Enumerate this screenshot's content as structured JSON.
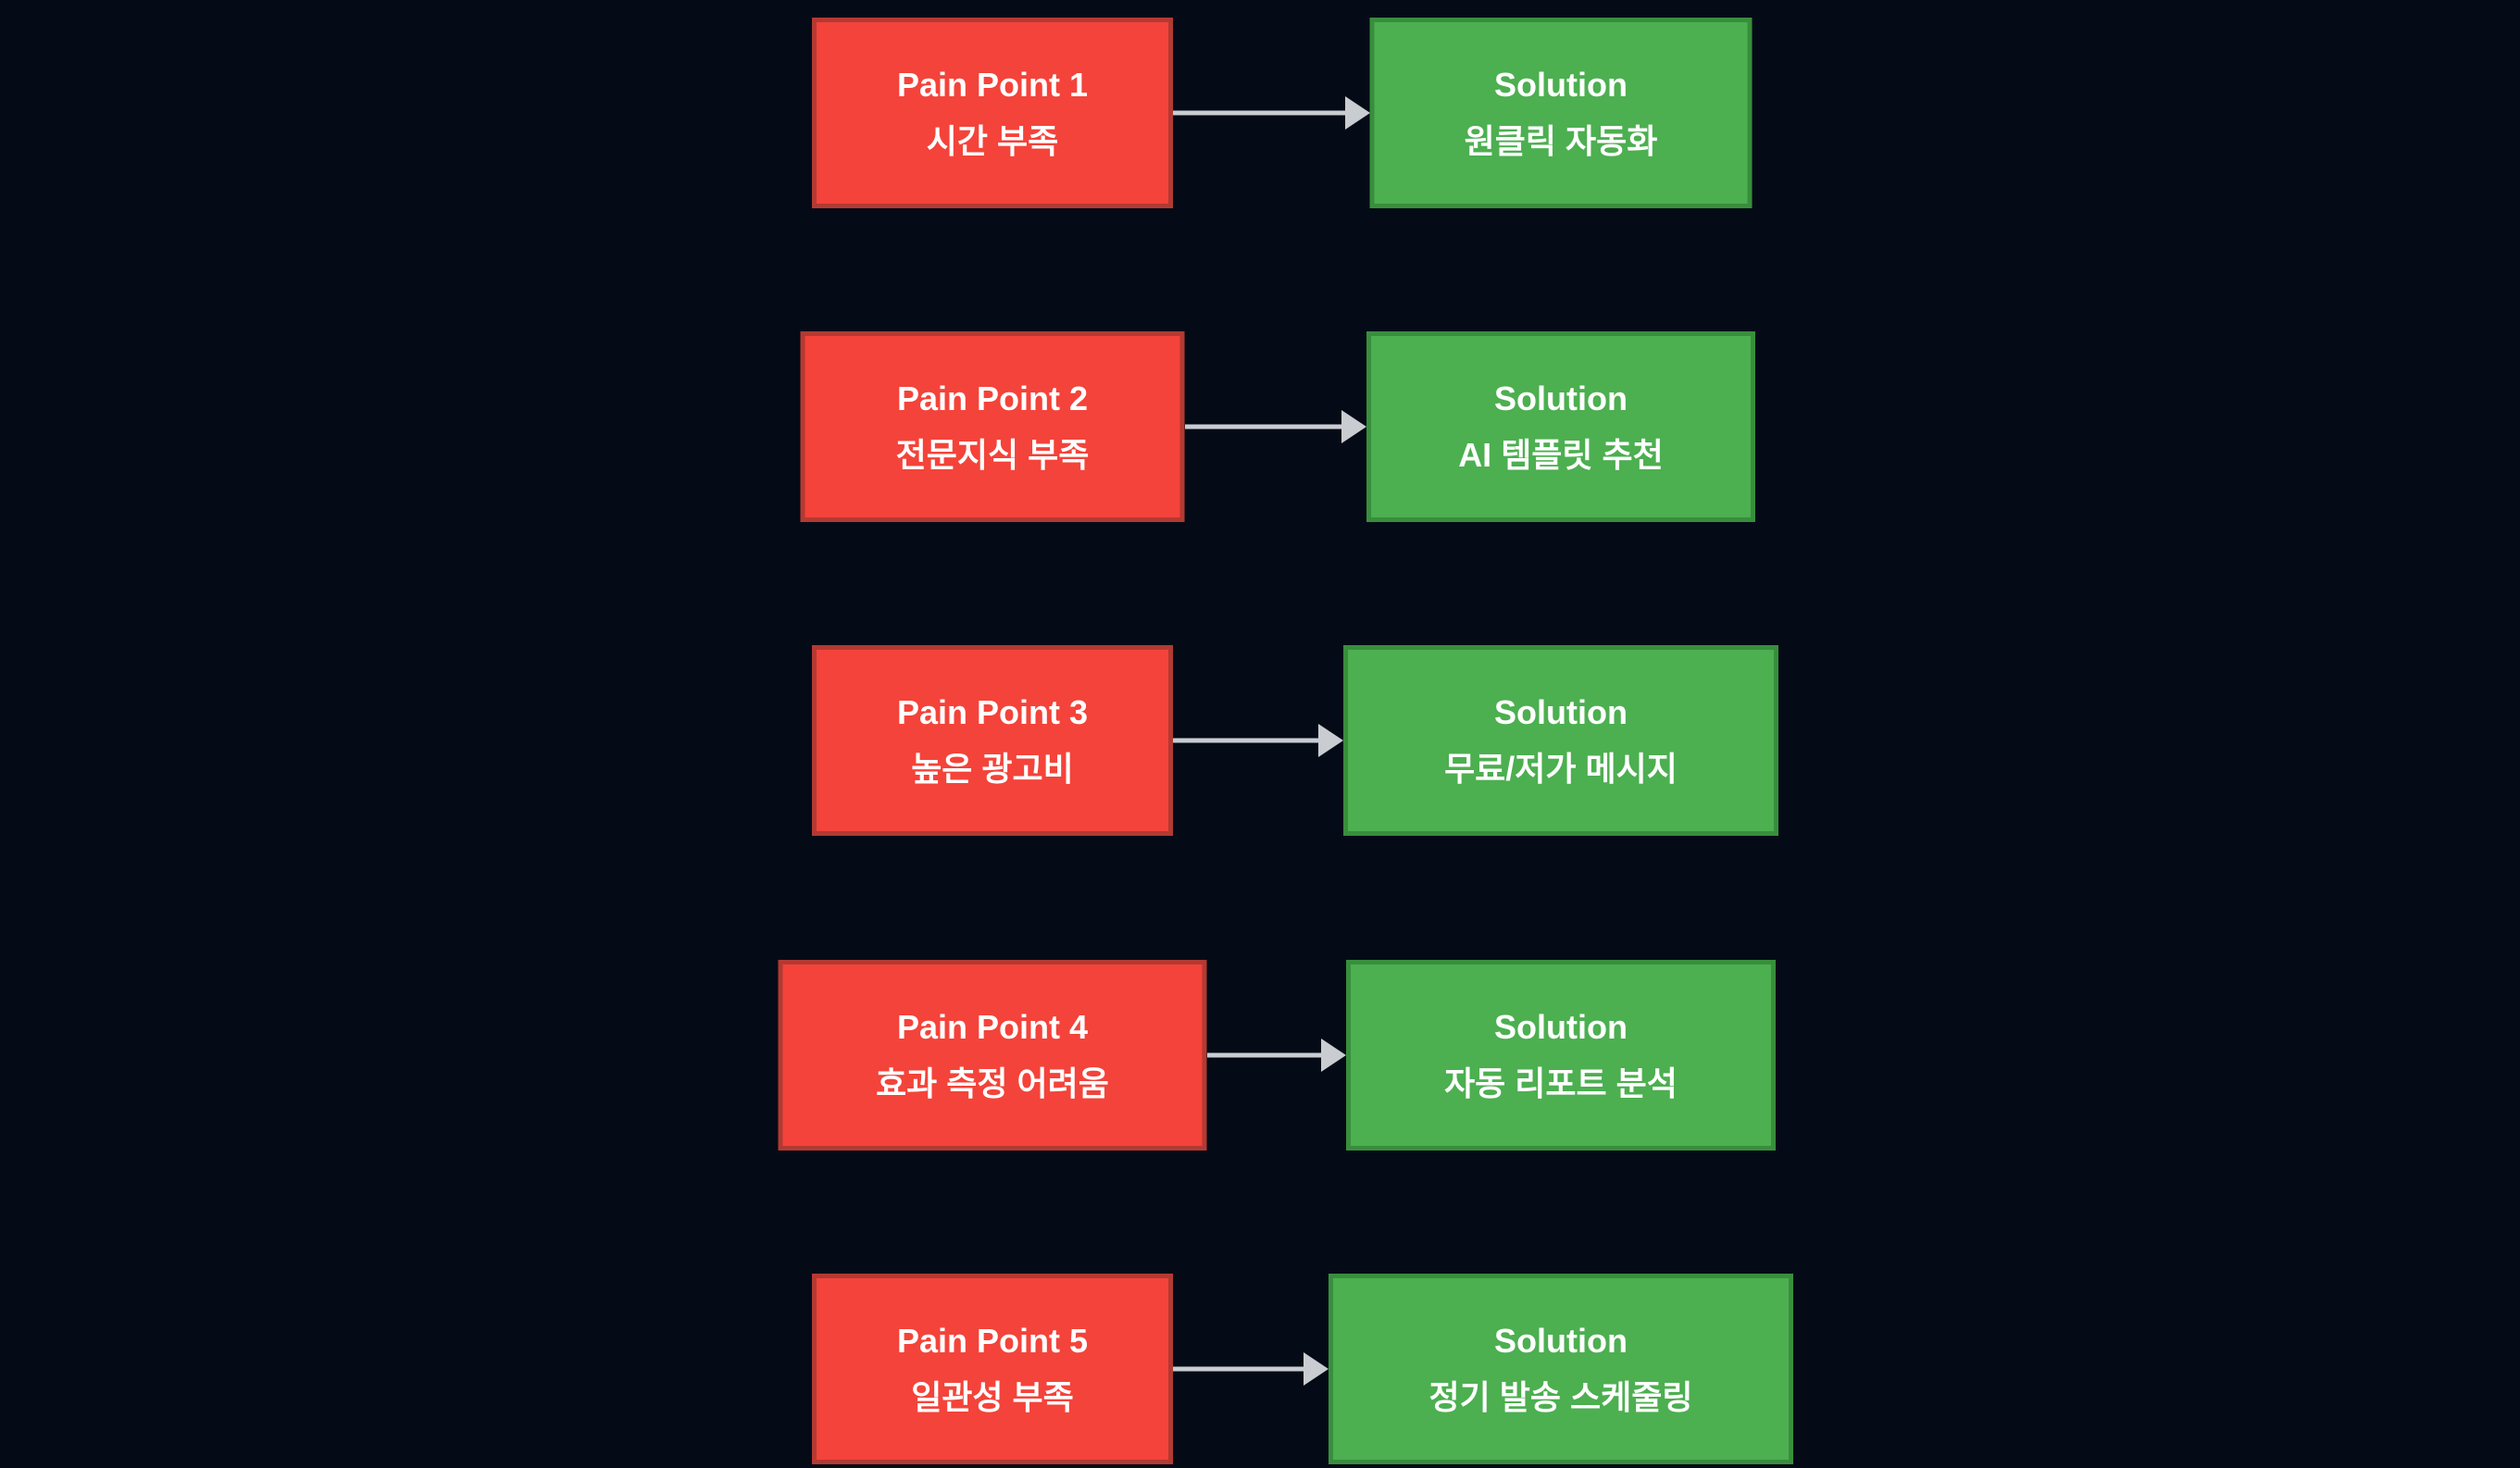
{
  "diagram": {
    "type": "pain-point-to-solution-flow",
    "colors": {
      "background": "#050b16",
      "pain_fill": "#f4433a",
      "pain_border": "#b23a33",
      "solution_fill": "#4caf50",
      "solution_border": "#388e3c",
      "arrow": "#c9ccd1",
      "text": "#ffffff"
    },
    "rows": [
      {
        "pain": {
          "title": "Pain Point 1",
          "subtitle": "시간 부족"
        },
        "solution": {
          "title": "Solution",
          "subtitle": "원클릭 자동화"
        }
      },
      {
        "pain": {
          "title": "Pain Point 2",
          "subtitle": "전문지식 부족"
        },
        "solution": {
          "title": "Solution",
          "subtitle": "AI 템플릿 추천"
        }
      },
      {
        "pain": {
          "title": "Pain Point 3",
          "subtitle": "높은 광고비"
        },
        "solution": {
          "title": "Solution",
          "subtitle": "무료/저가 메시지"
        }
      },
      {
        "pain": {
          "title": "Pain Point 4",
          "subtitle": "효과 측정 어려움"
        },
        "solution": {
          "title": "Solution",
          "subtitle": "자동 리포트 분석"
        }
      },
      {
        "pain": {
          "title": "Pain Point 5",
          "subtitle": "일관성 부족"
        },
        "solution": {
          "title": "Solution",
          "subtitle": "정기 발송 스케줄링"
        }
      }
    ]
  }
}
